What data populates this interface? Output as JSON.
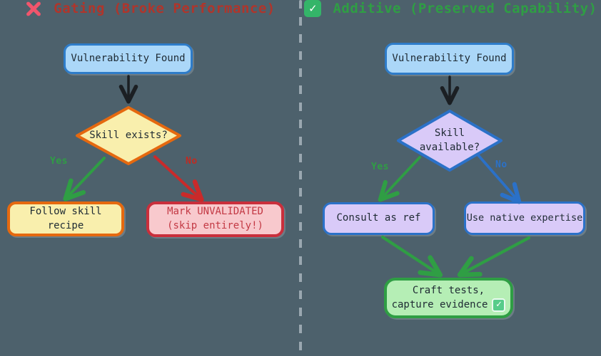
{
  "colors": {
    "background": "#4d616c",
    "divider": "#9aa7b0",
    "blue_node_fill": "#abd7f8",
    "blue_node_border": "#2e7cc9",
    "yellow_fill": "#f9efad",
    "orange_border": "#e5690f",
    "pink_fill": "#f8c9cd",
    "red_border": "#c92f3c",
    "purple_fill": "#d9caf8",
    "blue_border": "#2b71c8",
    "green_fill": "#b5eeb5",
    "green_border": "#2f9e44",
    "yes_green": "#2f9e44",
    "no_red": "#c02b22",
    "no_blue": "#2b71c8",
    "title_red": "#b0352b",
    "title_green": "#2f9e44",
    "arrow_black": "#1b1f23"
  },
  "left": {
    "badge_icon": "cross-mark",
    "title": "Gating (Broke Performance)",
    "start": "Vulnerability Found",
    "decision": "Skill exists?",
    "yes_label": "Yes",
    "no_label": "No",
    "yes_box_lines": [
      "Follow skill",
      "recipe"
    ],
    "no_box_lines": [
      "Mark UNVALIDATED",
      "(skip entirely!)"
    ]
  },
  "right": {
    "badge_icon": "check-mark",
    "title": "Additive (Preserved Capability)",
    "start": "Vulnerability Found",
    "decision_lines": [
      "Skill",
      "available?"
    ],
    "yes_label": "Yes",
    "no_label": "No",
    "yes_box": "Consult as ref",
    "no_box": "Use native expertise",
    "merge_box_lines": [
      "Craft tests,",
      "capture evidence"
    ],
    "merge_box_icon": "checked-checkbox"
  }
}
